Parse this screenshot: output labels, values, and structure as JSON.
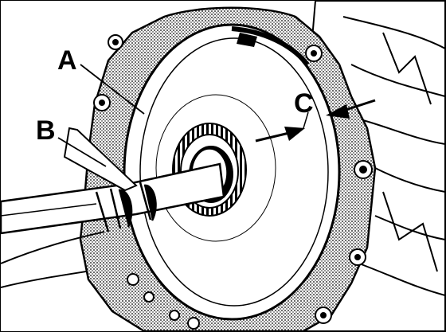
{
  "callouts": {
    "a": "A",
    "b": "B",
    "c": "C"
  },
  "colors": {
    "ink": "#000000",
    "paper": "#ffffff",
    "stipple": "#9a9a9a"
  }
}
